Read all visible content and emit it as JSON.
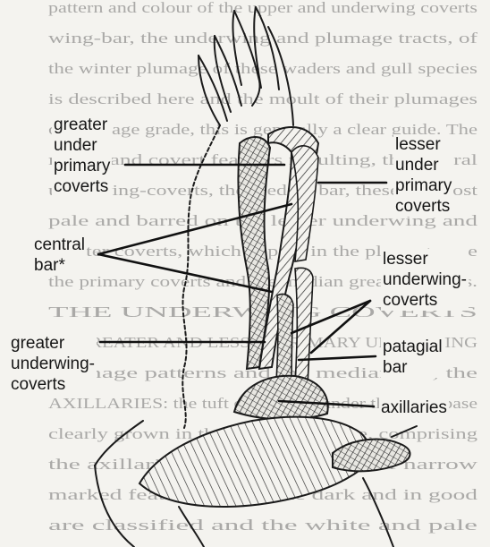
{
  "background_text": [
    "pattern and colour of the upper and underwing coverts",
    "wing-bar, the underwing and plumage tracts, of",
    "the winter plumage of these waders and gull species",
    "is described here and the moult of their plumages",
    "of plumage grade, this is generally a clear guide. The",
    "marks and covert feathers moulting, the central",
    "underwing-coverts, the median bar, these are most",
    "pale and barred on the lesser underwing and",
    "greater coverts, which appear in the plumage, are",
    "the primary coverts and the median greater coverts.",
    "THE UNDERWING COVERTS",
    "OF GREATER AND LESSER PRIMARY UNDERWING",
    "plumage patterns and the median bar; the",
    "AXILLARIES: the tuft of feathers under the wing base",
    "clearly grown in the winter plumage, comprising",
    "the axillaries, with a pale band of narrow",
    "marked feathers and some dark and in good",
    "are classified and the white and pale"
  ],
  "labels": {
    "greater_under_primary_coverts": "greater\nunder\nprimary\ncoverts",
    "lesser_under_primary_coverts": "lesser\nunder\nprimary\ncoverts",
    "central_bar": "central\nbar*",
    "lesser_underwing_coverts": "lesser\nunderwing-\ncoverts",
    "greater_underwing_coverts": "greater\nunderwing-\ncoverts",
    "patagial_bar": "patagial\nbar",
    "axillaries": "axillaries"
  },
  "colors": {
    "ink": "#1a1a1a",
    "paper": "#f4f3ef"
  }
}
